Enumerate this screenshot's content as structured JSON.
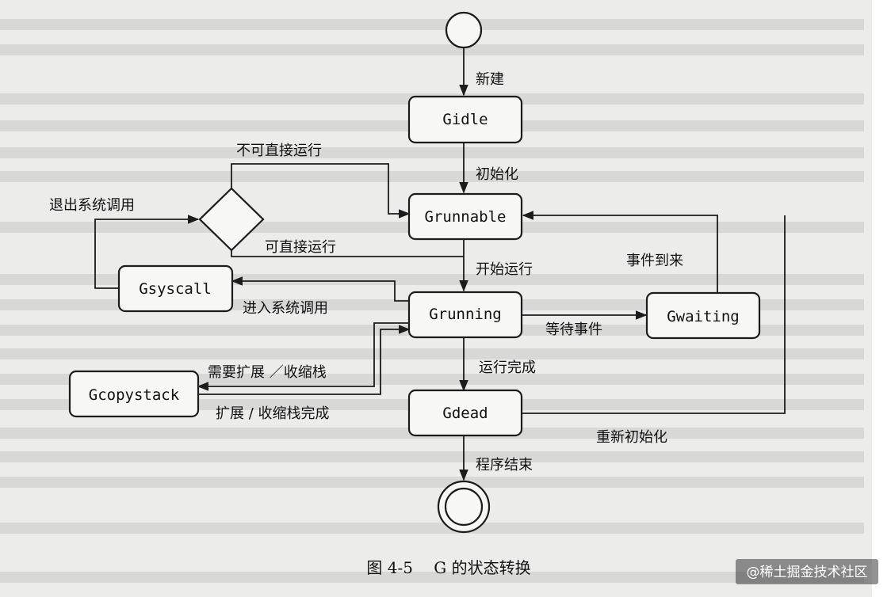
{
  "diagram": {
    "states": [
      {
        "id": "gidle",
        "label": "Gidle"
      },
      {
        "id": "grunnable",
        "label": "Grunnable"
      },
      {
        "id": "gsyscall",
        "label": "Gsyscall"
      },
      {
        "id": "grunning",
        "label": "Grunning"
      },
      {
        "id": "gwaiting",
        "label": "Gwaiting"
      },
      {
        "id": "gcopystack",
        "label": "Gcopystack"
      },
      {
        "id": "gdead",
        "label": "Gdead"
      }
    ],
    "transitions": {
      "new": "新建",
      "init": "初始化",
      "not_direct_run": "不可直接运行",
      "exit_syscall": "退出系统调用",
      "can_direct_run": "可直接运行",
      "start_run": "开始运行",
      "event_arrived": "事件到来",
      "enter_syscall": "进入系统调用",
      "wait_event": "等待事件",
      "need_grow": "需要扩展 ／收缩栈",
      "grow_done": "扩展 / 收缩栈完成",
      "run_done": "运行完成",
      "reinit": "重新初始化",
      "program_end": "程序结束"
    }
  },
  "caption": "图 4-5　 G 的状态转换",
  "watermark": "@稀土掘金技术社区"
}
